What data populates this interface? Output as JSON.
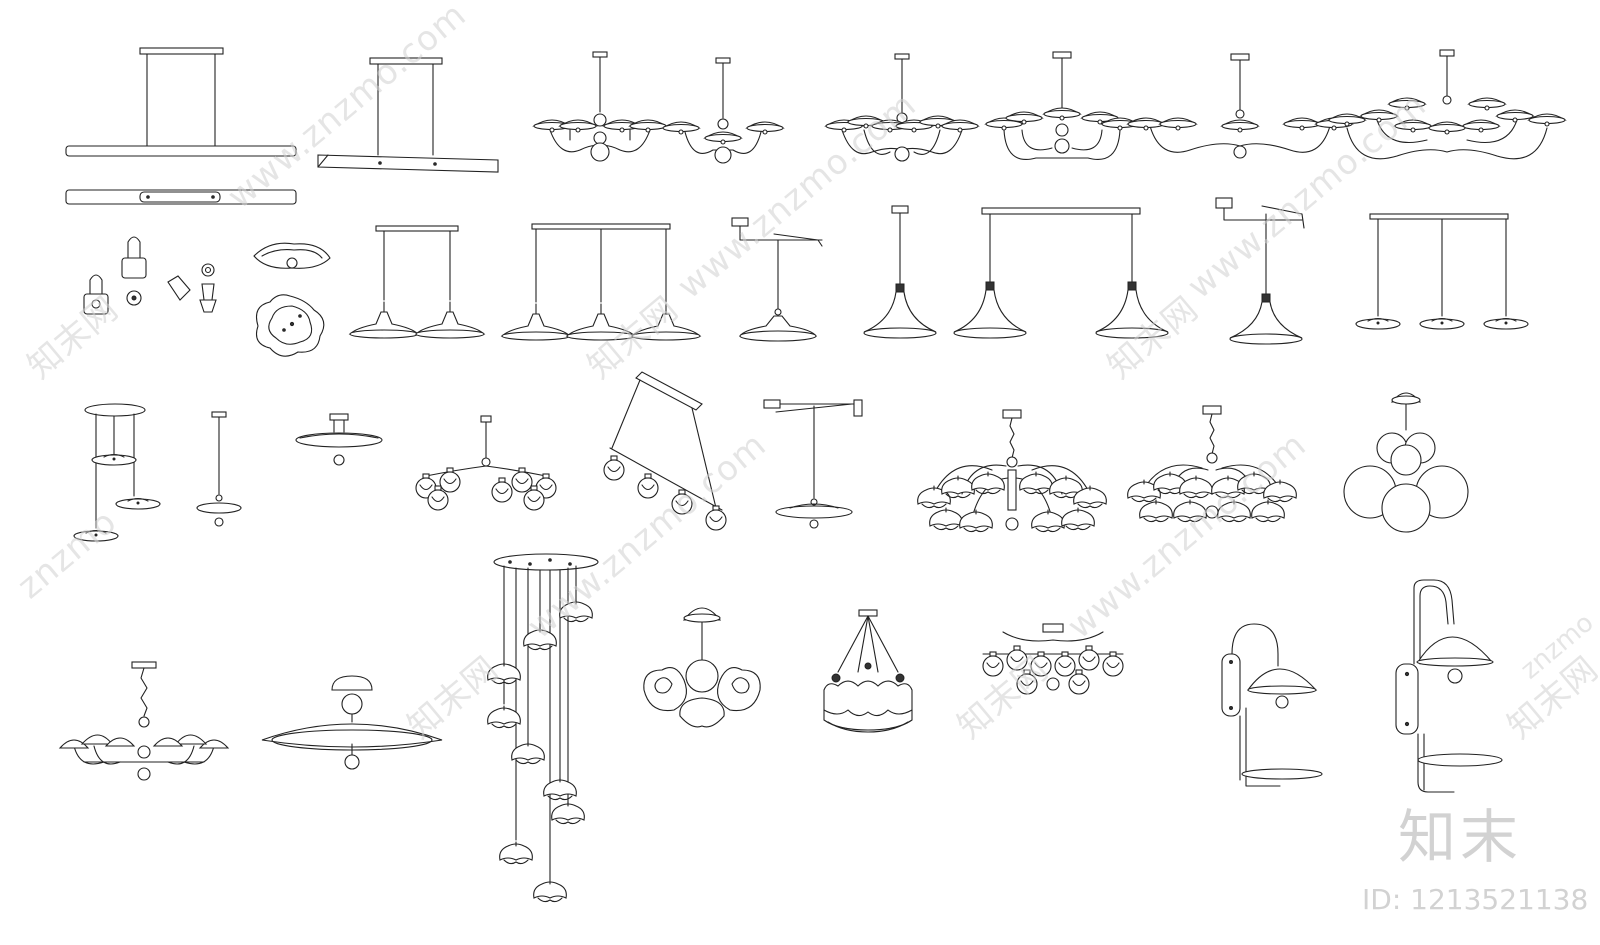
{
  "sheet": {
    "logo_text": "知末",
    "id_label": "ID: 1213521138",
    "watermark_cn": "知末网",
    "watermark_url": "www.znzmo.com",
    "watermark_short": "znzmo"
  },
  "colors": {
    "line": "#222222",
    "watermark": "#cfcfcf",
    "background": "#ffffff"
  }
}
